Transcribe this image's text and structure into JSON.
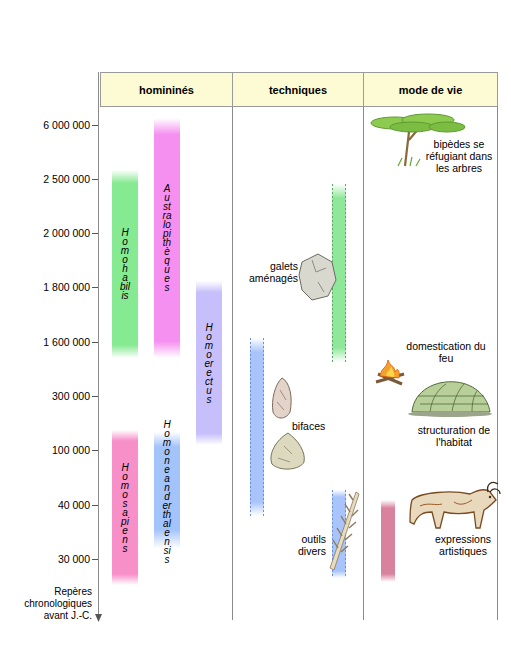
{
  "diagram": {
    "nodes": [
      {
        "text": [
          "homininés"
        ]
      },
      {
        "text": [
          "techniques"
        ]
      },
      {
        "text": [
          "mode de vie"
        ]
      },
      {
        "text": [
          "Homo habilis"
        ]
      },
      {
        "text": [
          "Australopithèques"
        ]
      },
      {
        "text": [
          "Homo erectus"
        ]
      },
      {
        "text": [
          "Homo sapiens"
        ]
      },
      {
        "text": [
          "Homo neanderthalensis"
        ]
      }
    ],
    "edges": [],
    "labels": [
      "6 000 000",
      "2 500 000",
      "2 000 000",
      "1 800 000",
      "1 600 000",
      "300 000",
      "100 000",
      "40 000",
      "30 000",
      "Repères chronologiques avant J.-C.",
      "galets aménagés",
      "bifaces",
      "outils divers",
      "bipèdes se réfugiant dans les arbres",
      "domestication du feu",
      "structuration de l'habitat",
      "expressions artistiques"
    ]
  }
}
